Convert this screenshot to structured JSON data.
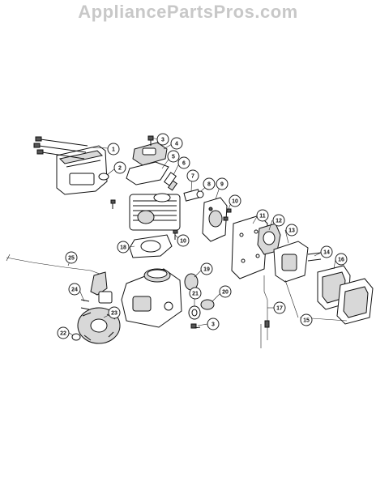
{
  "watermark": {
    "text": "AppliancePartsPros.com"
  },
  "diagram": {
    "callouts": [
      {
        "id": "c1",
        "label": "1"
      },
      {
        "id": "c2",
        "label": "2"
      },
      {
        "id": "c3a",
        "label": "3"
      },
      {
        "id": "c4",
        "label": "4"
      },
      {
        "id": "c5",
        "label": "5"
      },
      {
        "id": "c6",
        "label": "6"
      },
      {
        "id": "c7",
        "label": "7"
      },
      {
        "id": "c8",
        "label": "8"
      },
      {
        "id": "c9",
        "label": "9"
      },
      {
        "id": "c10a",
        "label": "10"
      },
      {
        "id": "c10b",
        "label": "10"
      },
      {
        "id": "c11",
        "label": "11"
      },
      {
        "id": "c12",
        "label": "12"
      },
      {
        "id": "c13",
        "label": "13"
      },
      {
        "id": "c14",
        "label": "14"
      },
      {
        "id": "c15",
        "label": "15"
      },
      {
        "id": "c16",
        "label": "16"
      },
      {
        "id": "c17",
        "label": "17"
      },
      {
        "id": "c18",
        "label": "18"
      },
      {
        "id": "c19",
        "label": "19"
      },
      {
        "id": "c20",
        "label": "20"
      },
      {
        "id": "c21",
        "label": "21"
      },
      {
        "id": "c3b",
        "label": "3"
      },
      {
        "id": "c22",
        "label": "22"
      },
      {
        "id": "c23",
        "label": "23"
      },
      {
        "id": "c24",
        "label": "24"
      },
      {
        "id": "c25",
        "label": "25"
      }
    ]
  }
}
